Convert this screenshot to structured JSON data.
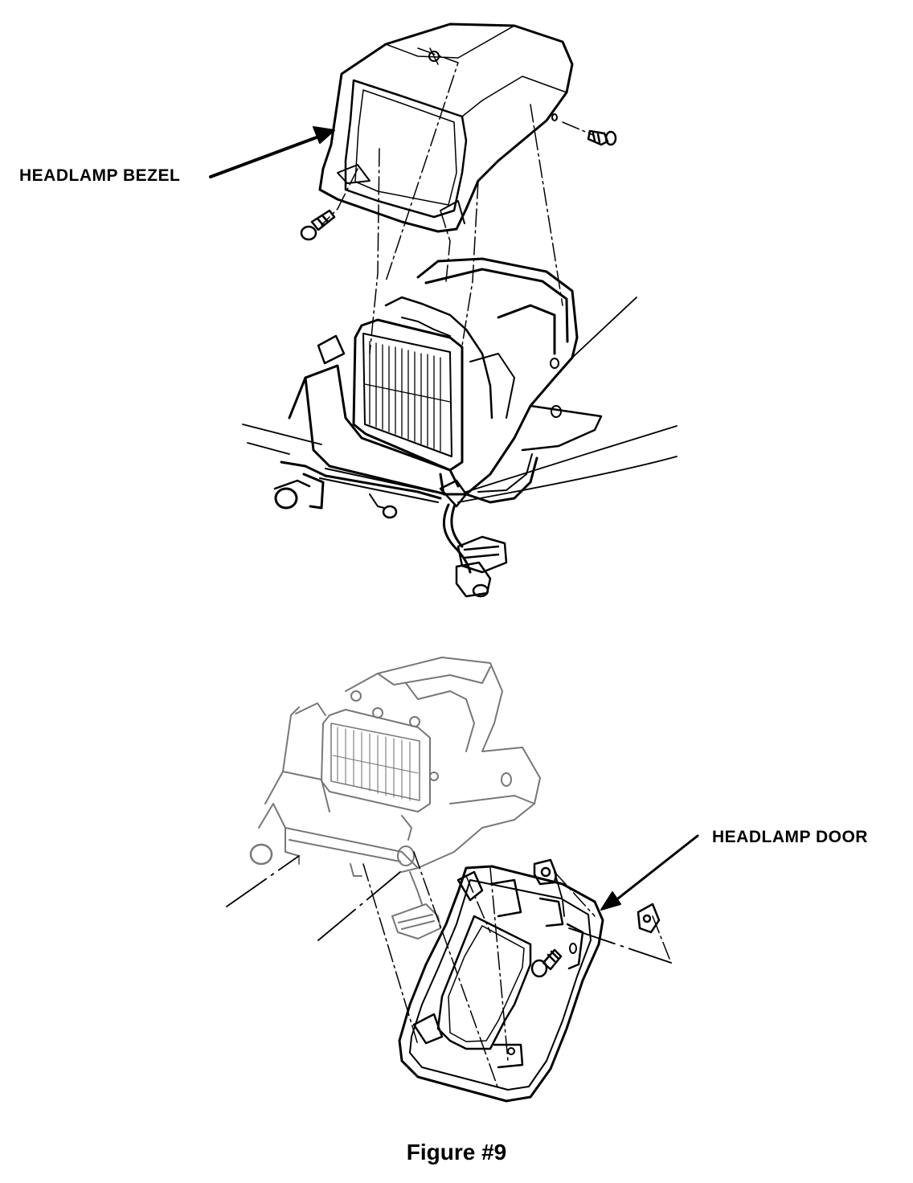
{
  "figure": {
    "caption": "Figure #9"
  },
  "callouts": {
    "bezel": "HEADLAMP BEZEL",
    "door": "HEADLAMP DOOR"
  },
  "colors": {
    "ink": "#000000",
    "paper": "#ffffff"
  }
}
